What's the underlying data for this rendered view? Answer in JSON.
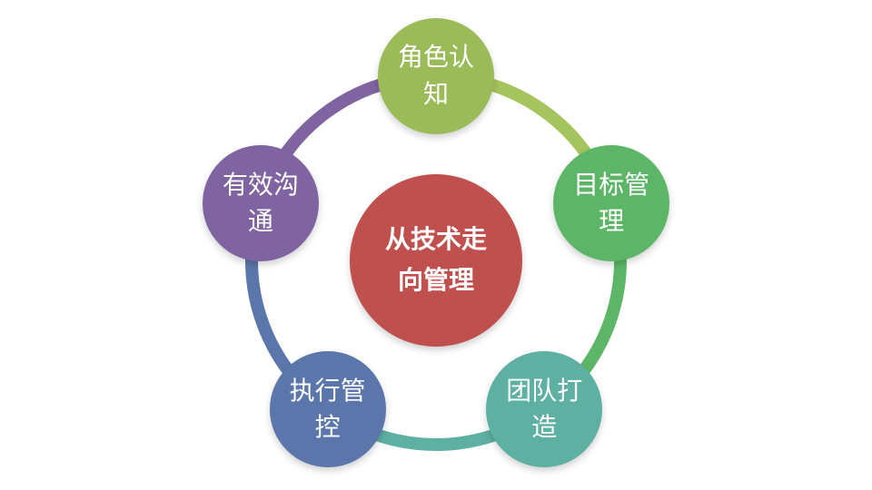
{
  "center": {
    "label": "从技术走向管理",
    "color": "#C0504D"
  },
  "nodes": [
    {
      "id": "role",
      "label": "角色认知",
      "color": "#9BBB59"
    },
    {
      "id": "goal",
      "label": "目标管理",
      "color": "#5DB667"
    },
    {
      "id": "team",
      "label": "团队打造",
      "color": "#5EB0A3"
    },
    {
      "id": "exec",
      "label": "执行管控",
      "color": "#5B76AA"
    },
    {
      "id": "comm",
      "label": "有效沟通",
      "color": "#8064A2"
    }
  ],
  "segments": [
    {
      "from": "role",
      "to": "goal",
      "color": "#A5C45D"
    },
    {
      "from": "goal",
      "to": "team",
      "color": "#5DB667"
    },
    {
      "from": "team",
      "to": "exec",
      "color": "#5EB0A3"
    },
    {
      "from": "exec",
      "to": "comm",
      "color": "#5B76AA"
    },
    {
      "from": "comm",
      "to": "role",
      "color": "#8064A2"
    }
  ]
}
